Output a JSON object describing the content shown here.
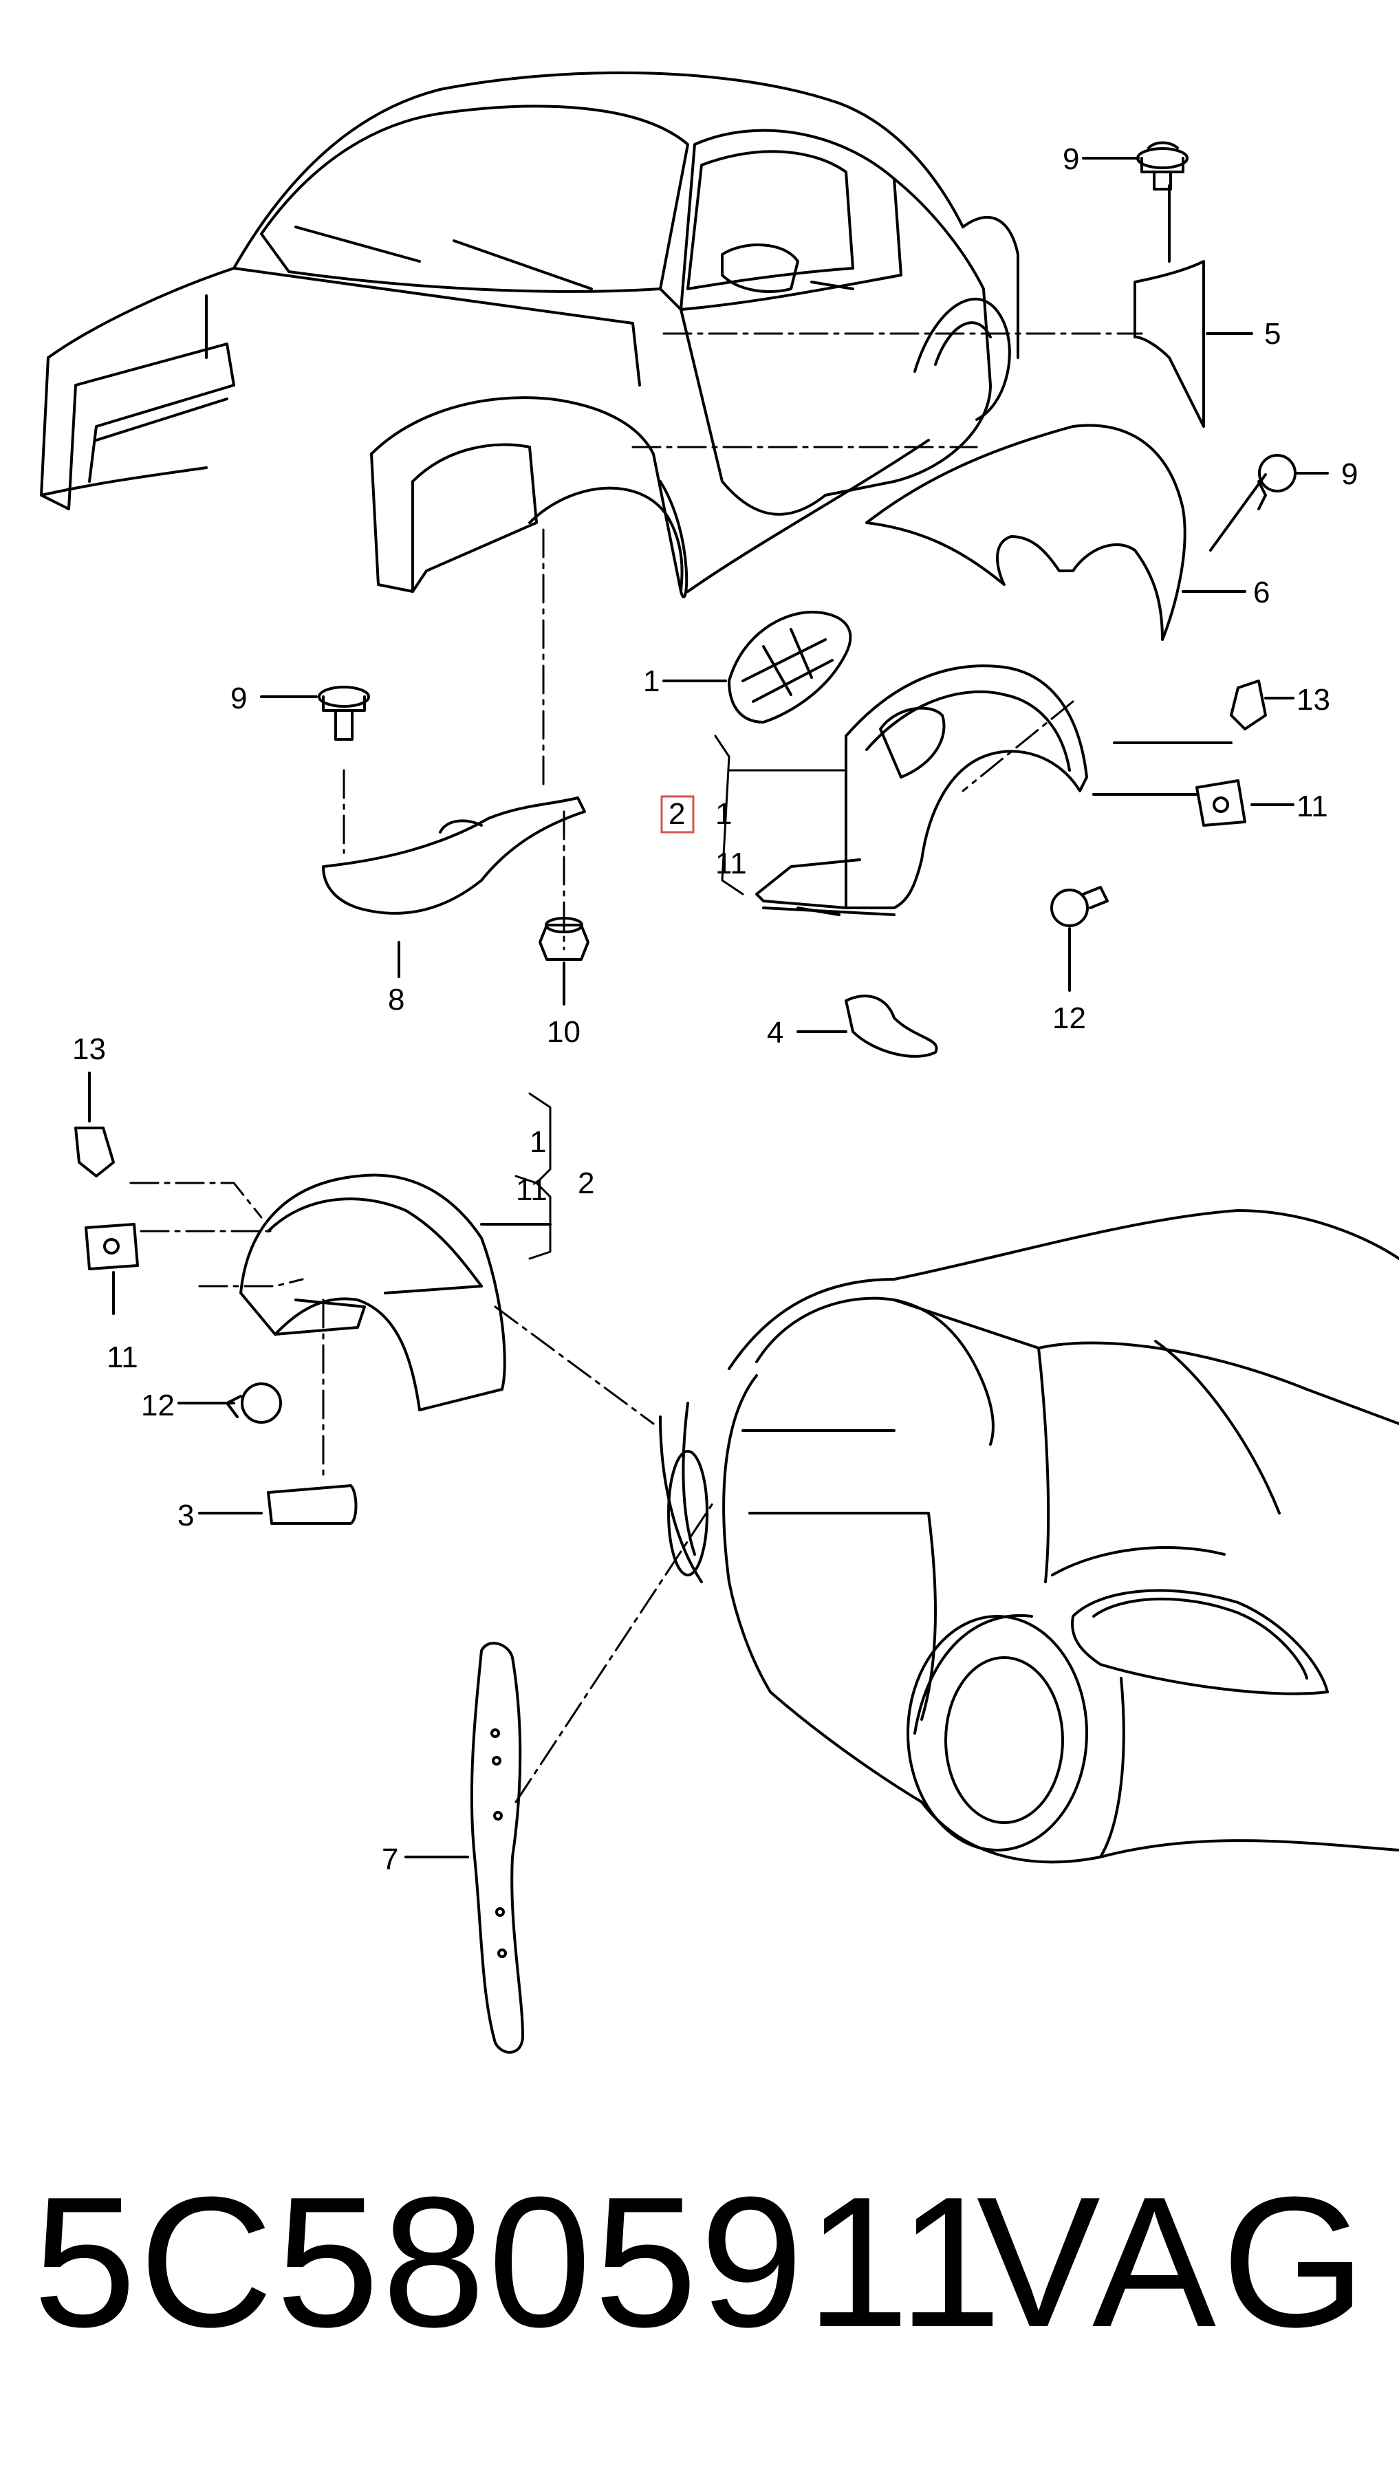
{
  "footer": {
    "part_number": "5C5805911",
    "brand": "VAG"
  },
  "callouts": {
    "c1a": "9",
    "c1b": "5",
    "c1c": "9",
    "c1d": "6",
    "c2a": "1",
    "c2b": "2",
    "c2c": "1",
    "c2d": "11",
    "c2e": "13",
    "c2f": "11",
    "c2g": "12",
    "c3a": "9",
    "c3b": "8",
    "c3c": "10",
    "c3d": "4",
    "c4a": "13",
    "c4b": "1",
    "c4c": "11",
    "c4d": "2",
    "c4e": "11",
    "c4f": "12",
    "c4g": "3",
    "c4h": "7"
  },
  "highlight_color": "#d9534f",
  "line_color": "#000000"
}
